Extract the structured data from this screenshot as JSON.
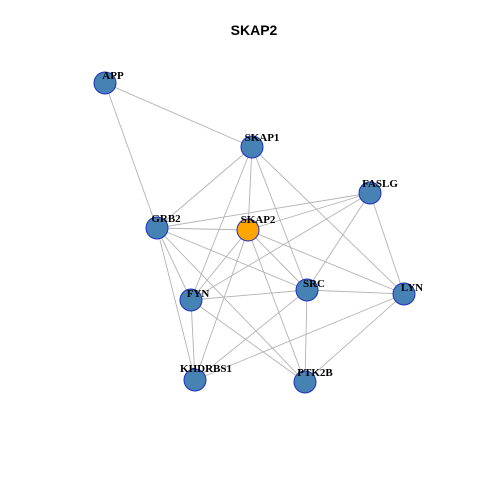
{
  "title": "SKAP2",
  "colors": {
    "edge": "#b3b3b3",
    "node_fill": "#4682b4",
    "node_stroke": "#1f2fbf",
    "focus_fill": "#ffa500",
    "label": "#000000",
    "background": "#ffffff"
  },
  "nodes": [
    {
      "id": "APP",
      "label": "APP",
      "focus": false
    },
    {
      "id": "SKAP1",
      "label": "SKAP1",
      "focus": false
    },
    {
      "id": "FASLG",
      "label": "FASLG",
      "focus": false
    },
    {
      "id": "GRB2",
      "label": "GRB2",
      "focus": false
    },
    {
      "id": "SKAP2",
      "label": "SKAP2",
      "focus": true
    },
    {
      "id": "SRC",
      "label": "SRC",
      "focus": false
    },
    {
      "id": "LYN",
      "label": "LYN",
      "focus": false
    },
    {
      "id": "FYN",
      "label": "FYN",
      "focus": false
    },
    {
      "id": "KHDRBS1",
      "label": "KHDRBS1",
      "focus": false
    },
    {
      "id": "PTK2B",
      "label": "PTK2B",
      "focus": false
    }
  ],
  "edges": [
    [
      "APP",
      "SKAP1"
    ],
    [
      "APP",
      "GRB2"
    ],
    [
      "SKAP1",
      "GRB2"
    ],
    [
      "SKAP1",
      "SKAP2"
    ],
    [
      "SKAP1",
      "FYN"
    ],
    [
      "SKAP1",
      "SRC"
    ],
    [
      "SKAP1",
      "LYN"
    ],
    [
      "FASLG",
      "GRB2"
    ],
    [
      "FASLG",
      "SKAP2"
    ],
    [
      "FASLG",
      "FYN"
    ],
    [
      "FASLG",
      "SRC"
    ],
    [
      "FASLG",
      "LYN"
    ],
    [
      "GRB2",
      "SKAP2"
    ],
    [
      "GRB2",
      "SRC"
    ],
    [
      "GRB2",
      "FYN"
    ],
    [
      "GRB2",
      "KHDRBS1"
    ],
    [
      "GRB2",
      "PTK2B"
    ],
    [
      "SKAP2",
      "SRC"
    ],
    [
      "SKAP2",
      "LYN"
    ],
    [
      "SKAP2",
      "FYN"
    ],
    [
      "SKAP2",
      "KHDRBS1"
    ],
    [
      "SKAP2",
      "PTK2B"
    ],
    [
      "SRC",
      "LYN"
    ],
    [
      "SRC",
      "FYN"
    ],
    [
      "SRC",
      "KHDRBS1"
    ],
    [
      "SRC",
      "PTK2B"
    ],
    [
      "LYN",
      "KHDRBS1"
    ],
    [
      "LYN",
      "PTK2B"
    ],
    [
      "FYN",
      "KHDRBS1"
    ],
    [
      "FYN",
      "PTK2B"
    ]
  ]
}
